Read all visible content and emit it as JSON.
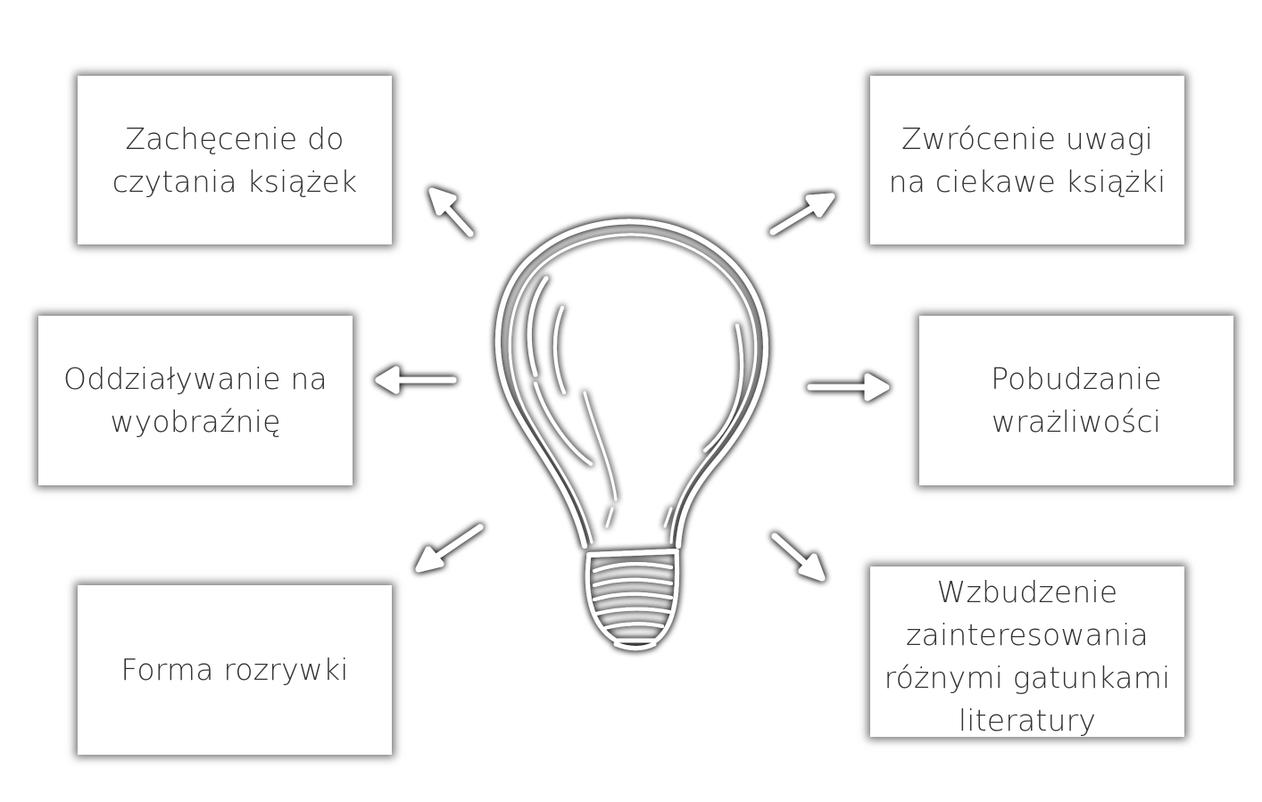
{
  "boxes": {
    "top_left": "Zachęcenie do czytania książek",
    "top_right": "Zwrócenie uwagi na ciekawe książki",
    "middle_left": "Oddziaływanie na wyobraźnię",
    "middle_right": "Pobudzanie wrażliwości",
    "bottom_left": "Forma rozrywki",
    "bottom_right": "Wzbudzenie zainteresowania różnymi gatunkami literatury"
  },
  "icons": {
    "center": "lightbulb-icon",
    "arrows": "arrow-icon"
  },
  "colors": {
    "background": "#ffffff",
    "stroke": "#ffffff",
    "shadow": "#000000",
    "text": "#333333"
  }
}
